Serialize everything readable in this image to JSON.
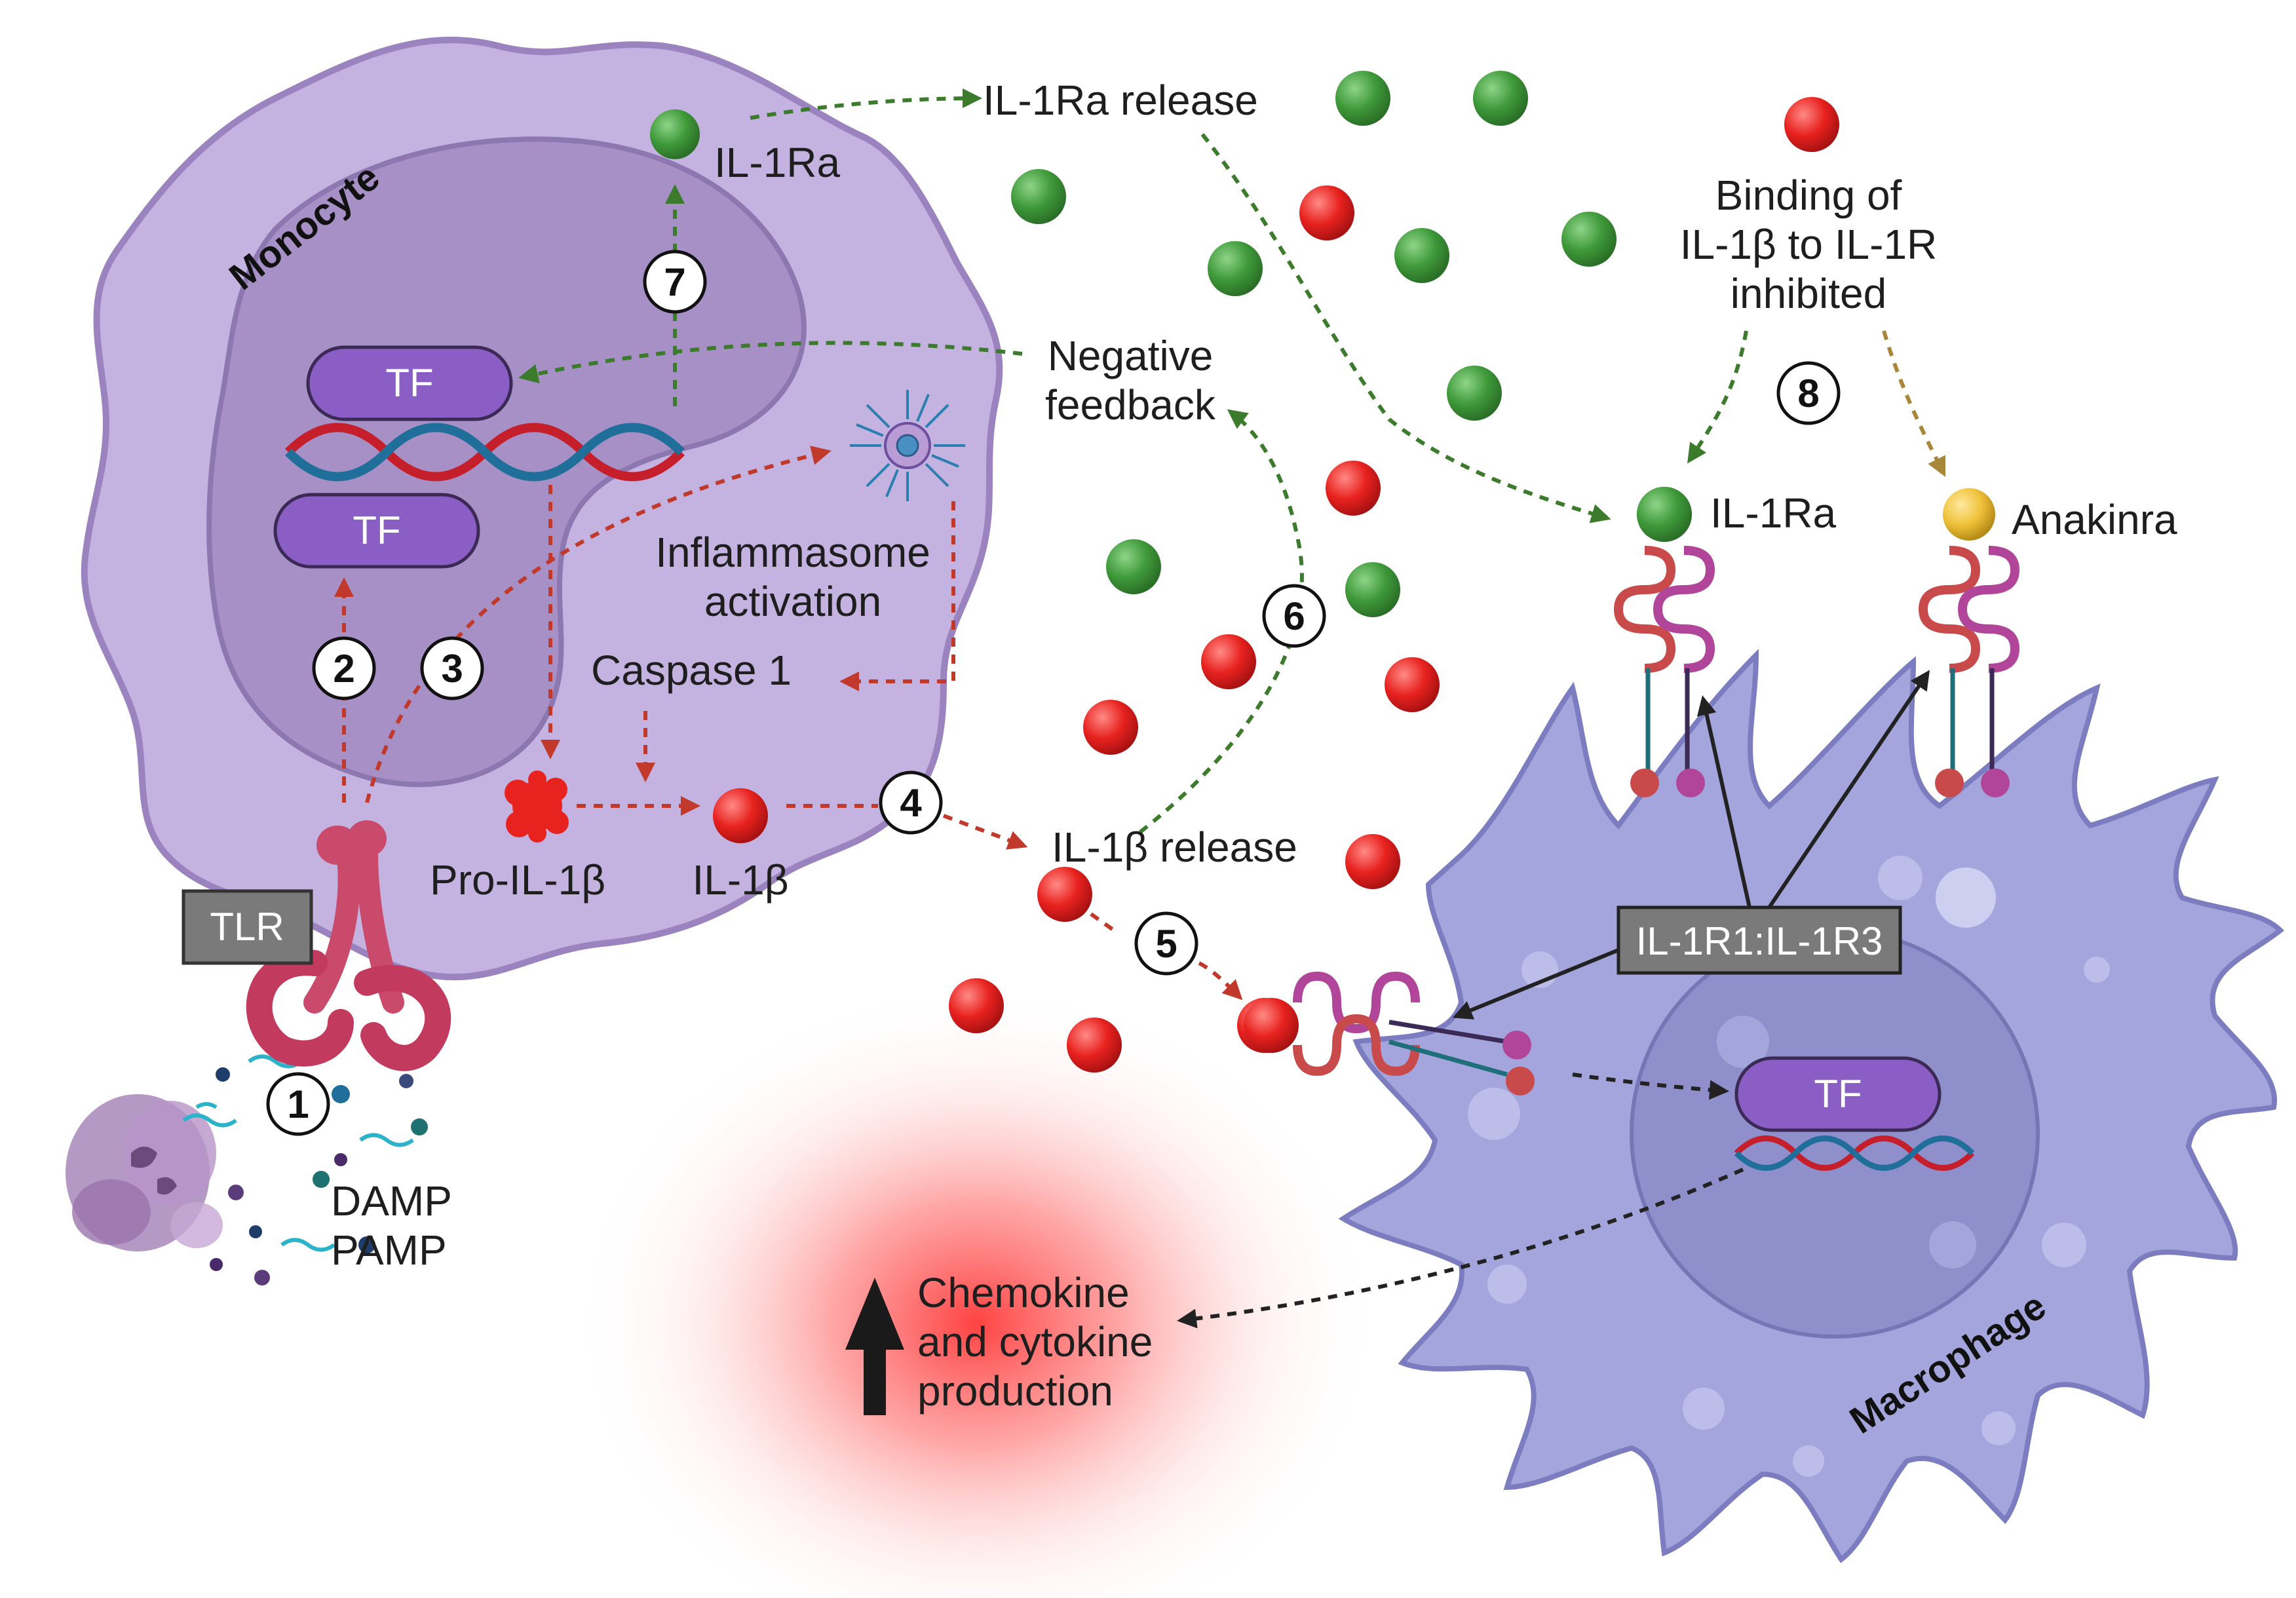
{
  "cells": {
    "monocyte": "Monocyte",
    "macrophage": "Macrophage"
  },
  "labels": {
    "tlr": "TLR",
    "tf": "TF",
    "damp": "DAMP",
    "pamp": "PAMP",
    "pro_il1b": "Pro-IL-1β",
    "il1b": "IL-1β",
    "caspase1": "Caspase 1",
    "inflammasome_line1": "Inflammasome",
    "inflammasome_line2": "activation",
    "il1ra_inner": "IL-1Ra",
    "il1ra_release": "IL-1Ra release",
    "negative_feedback_line1": "Negative",
    "negative_feedback_line2": "feedback",
    "il1b_release": "IL-1β release",
    "binding_line1": "Binding of",
    "binding_line2": "IL-1β to IL-1R",
    "binding_line3": "inhibited",
    "il1ra_receptor": "IL-1Ra",
    "anakinra": "Anakinra",
    "receptor_complex": "IL-1R1:IL-1R3",
    "chemokine_line1": "Chemokine",
    "chemokine_line2": "and cytokine",
    "chemokine_line3": "production"
  },
  "steps": [
    "1",
    "2",
    "3",
    "4",
    "5",
    "6",
    "7",
    "8"
  ],
  "colors": {
    "monocyte_fill": "#c4b2e0",
    "monocyte_outline": "#9a83be",
    "nucleus_fill": "#a690c6",
    "macrophage_fill": "#a3a5dc",
    "macrophage_outline": "#7b7dc0",
    "il1b_particle": "#e8221f",
    "il1ra_particle": "#3f9a3a",
    "anakinra_particle": "#f0c23a",
    "tf_fill": "#8a5ec4",
    "green_arrow": "#3c7a2c",
    "red_arrow": "#c0392b",
    "gold_arrow": "#a8873a",
    "dna_red": "#c41f2b",
    "dna_blue": "#1f6f9a"
  },
  "icons": [
    "up-arrow-icon",
    "inflammasome-icon",
    "dna-helix-icon",
    "receptor-icon",
    "pathogen-debris-icon"
  ]
}
